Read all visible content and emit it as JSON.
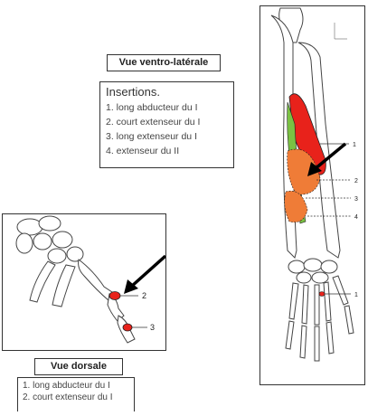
{
  "ventral": {
    "title": "Vue ventro-latérale",
    "insertions_heading": "Insertions.",
    "insertions": [
      "1. long abducteur du I",
      "2. court extenseur du I",
      "3. long extenseur du I",
      "4. extenseur du II"
    ],
    "callouts": [
      "1",
      "2",
      "3",
      "4",
      "1"
    ]
  },
  "dorsal": {
    "title": "Vue dorsale",
    "legend": [
      "1. long abducteur du I",
      "2. court extenseur du I"
    ],
    "callouts": [
      "2",
      "3"
    ]
  },
  "colors": {
    "muscle_red": "#e8221b",
    "muscle_orange": "#ef7c37",
    "muscle_green": "#7ac143",
    "arrow": "#000000"
  }
}
